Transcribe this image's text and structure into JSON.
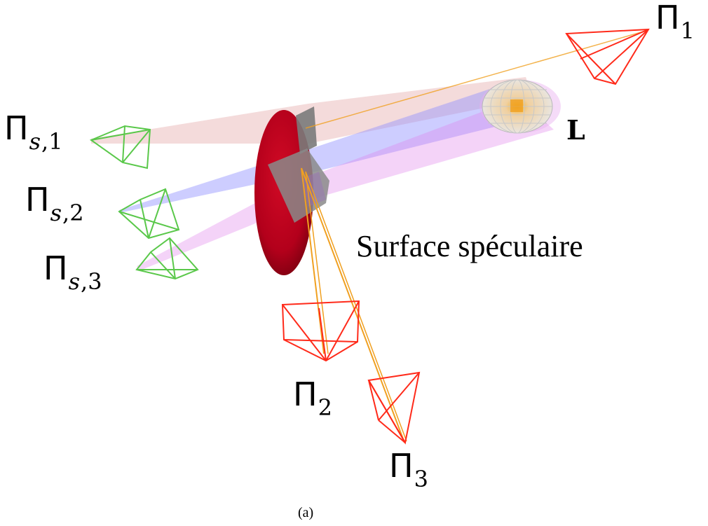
{
  "labels": {
    "light": "L",
    "surface": "Surface spéculaire",
    "caption": "(a)"
  },
  "cameras": {
    "pi1": {
      "symbol": "Π",
      "sub": "1"
    },
    "pi2": {
      "symbol": "Π",
      "sub": "2"
    },
    "pi3": {
      "symbol": "Π",
      "sub": "3"
    }
  },
  "secondary_cameras": {
    "pis1": {
      "symbol": "Π",
      "sub_s": "s",
      "sub_n": ",1"
    },
    "pis2": {
      "symbol": "Π",
      "sub_s": "s",
      "sub_n": ",2"
    },
    "pis3": {
      "symbol": "Π",
      "sub_s": "s",
      "sub_n": ",3"
    }
  },
  "colors": {
    "surface": "#b3001b",
    "camera_primary": "#ff2a1a",
    "camera_secondary": "#5ac84a",
    "ray": "#f0a020",
    "beam_pink": "#e8a8a8",
    "beam_blue": "#8c8cff",
    "beam_magenta": "#e070e8",
    "light_sphere": "#d8d8d8",
    "light_core": "#f0a020",
    "facet": "#7a7a7a"
  }
}
